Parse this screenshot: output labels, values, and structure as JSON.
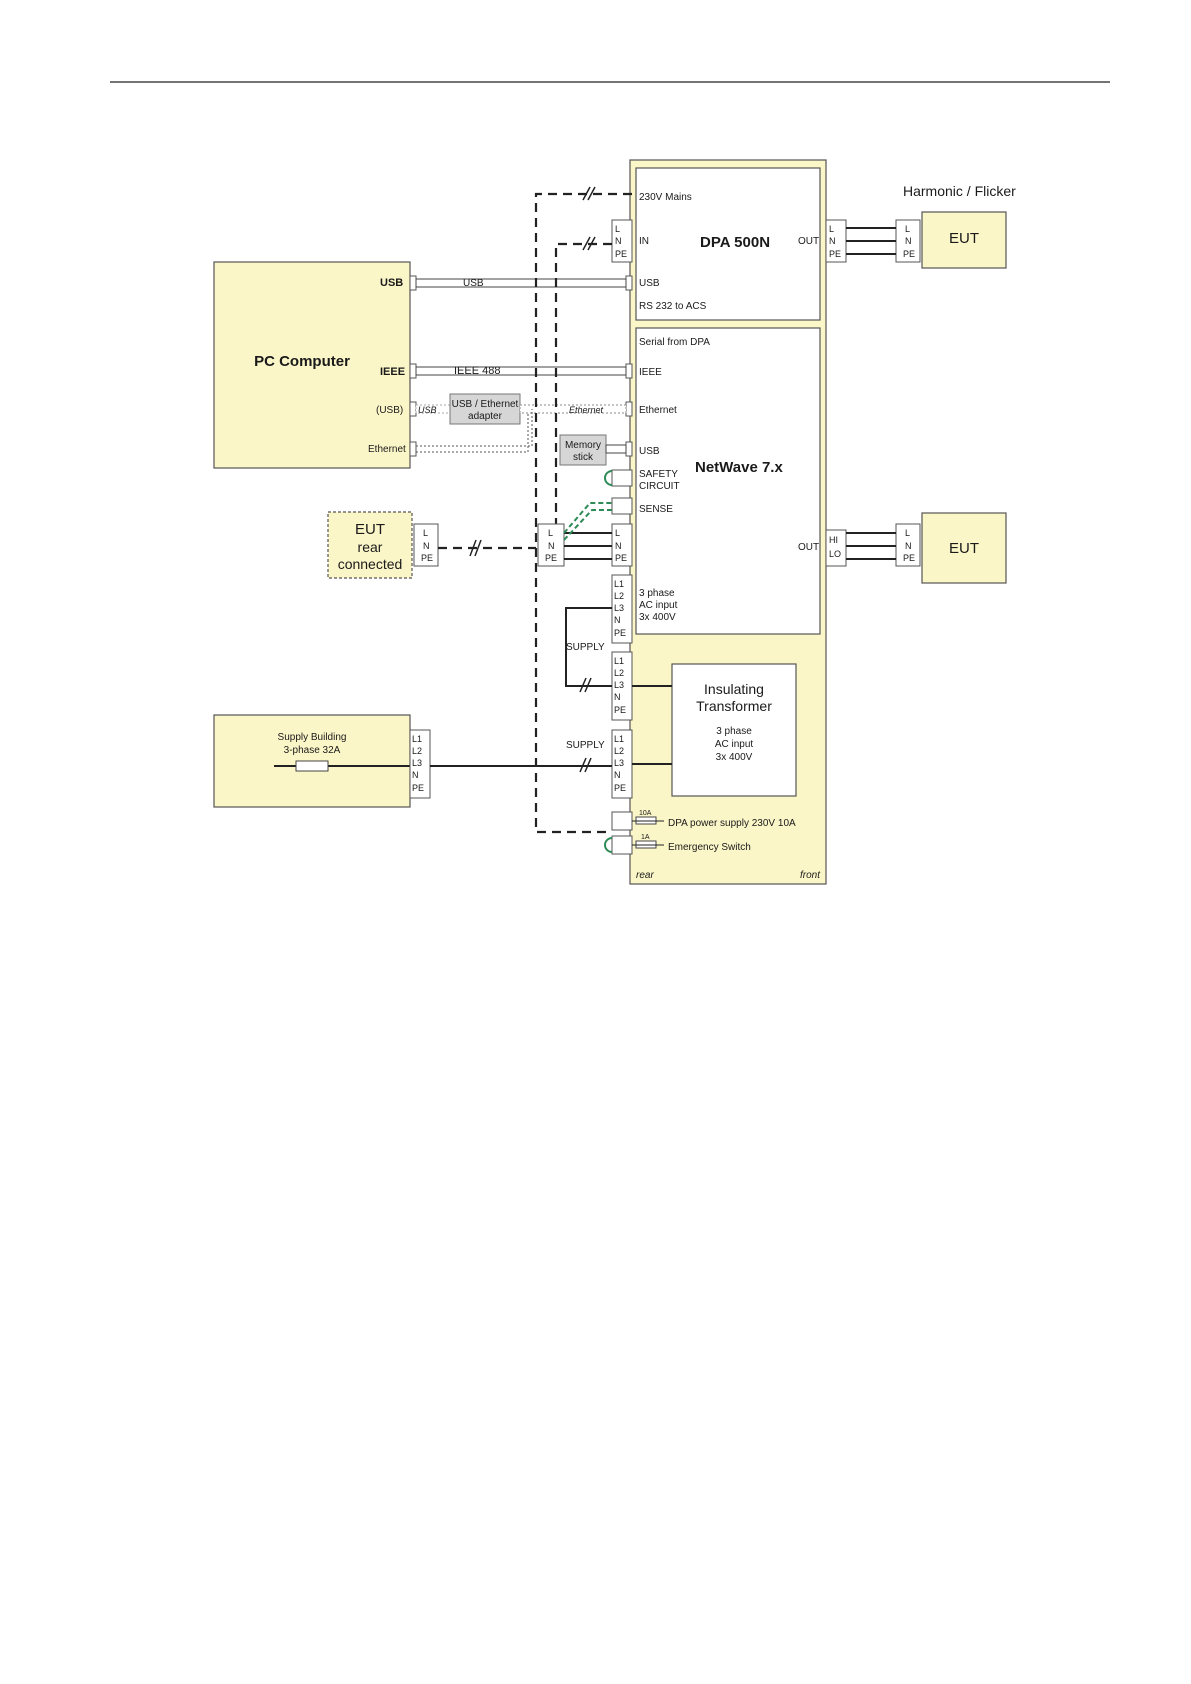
{
  "labels": {
    "harmonic_flicker": "Harmonic / Flicker",
    "eut": "EUT",
    "eut_rear_line1": "EUT",
    "eut_rear_line2": "rear",
    "eut_rear_line3": "connected",
    "pc_computer": "PC Computer",
    "pc_usb": "USB",
    "pc_ieee": "IEEE",
    "pc_usb_paren": "(USB)",
    "pc_ethernet": "Ethernet",
    "cable_usb": "USB",
    "cable_ieee": "IEEE 488",
    "cable_usb_faint": "USB",
    "cable_ethernet": "Ethernet",
    "adapter_line1": "USB / Ethernet",
    "adapter_line2": "adapter",
    "memory_line1": "Memory",
    "memory_line2": "stick",
    "dpa_title": "DPA 500N",
    "dpa_mains": "230V Mains",
    "dpa_in": "IN",
    "dpa_out": "OUT",
    "dpa_usb": "USB",
    "dpa_rs232": "RS 232 to ACS",
    "nw_title": "NetWave 7.x",
    "nw_serial": "Serial from DPA",
    "nw_ieee": "IEEE",
    "nw_ethernet": "Ethernet",
    "nw_usb": "USB",
    "nw_safety1": "SAFETY",
    "nw_safety2": "CIRCUIT",
    "nw_sense": "SENSE",
    "nw_out": "OUT",
    "nw_3phase1": "3 phase",
    "nw_3phase2": "AC input",
    "nw_3phase3": "3x 400V",
    "supply": "SUPPLY",
    "tr_title1": "Insulating",
    "tr_title2": "Transformer",
    "tr_sub1": "3 phase",
    "tr_sub2": "AC input",
    "tr_sub3": "3x 400V",
    "building1": "Supply Building",
    "building2": "3-phase 32A",
    "fuse_10a": "10A",
    "fuse_1a": "1A",
    "dpa_power": "DPA power supply 230V 10A",
    "emergency": "Emergency Switch",
    "rear": "rear",
    "front": "front",
    "t_L": "L",
    "t_N": "N",
    "t_PE": "PE",
    "t_L1": "L1",
    "t_L2": "L2",
    "t_L3": "L3",
    "t_HI": "HI",
    "t_LO": "LO"
  },
  "colors": {
    "panel_fill": "#fbf6c8",
    "green_link": "#2e8b57"
  }
}
